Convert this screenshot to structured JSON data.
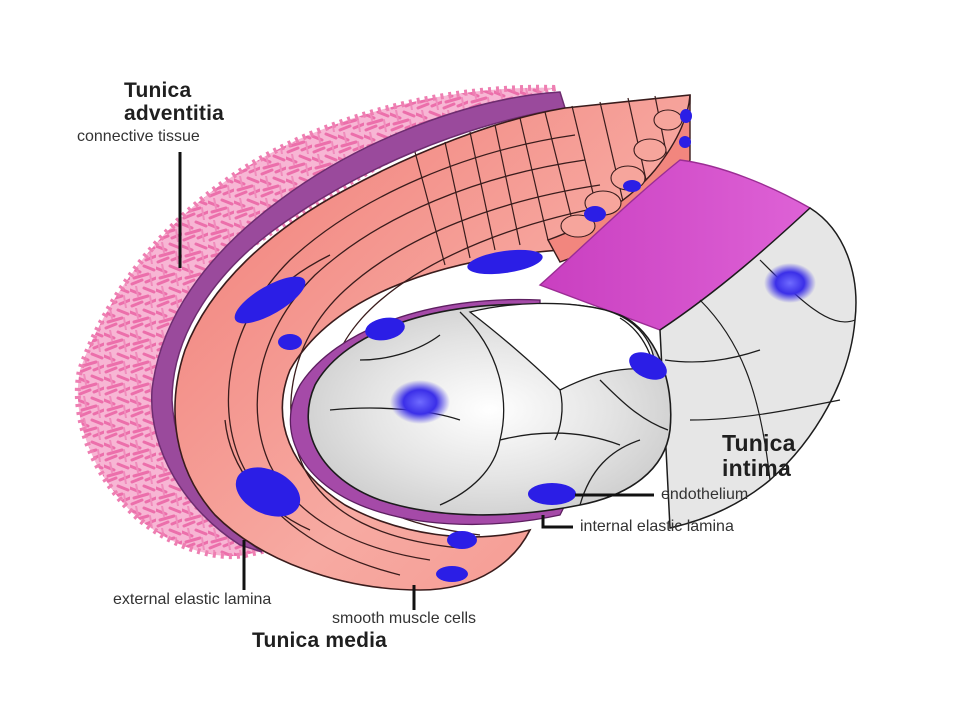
{
  "labels": {
    "adventitia_line1": "Tunica",
    "adventitia_line2": "adventitia",
    "connective_tissue": "connective tissue",
    "intima_line1": "Tunica",
    "intima_line2": "intima",
    "endothelium": "endothelium",
    "internal_elastic_lamina": "internal elastic lamina",
    "external_elastic_lamina": "external elastic lamina",
    "smooth_muscle_cells": "smooth muscle cells",
    "media": "Tunica media"
  },
  "colors": {
    "adventitia": "#ee82b4",
    "external_lamina": "#9b4a9a",
    "media": "#f5a39a",
    "media_dark": "#f07e78",
    "internal_lamina": "#a64ca8",
    "intima_band": "#d24dc9",
    "endothelium": "#e2e2e2",
    "nucleus": "#2c1ee6",
    "outline": "#2a1a1a",
    "label_line": "#111111"
  }
}
